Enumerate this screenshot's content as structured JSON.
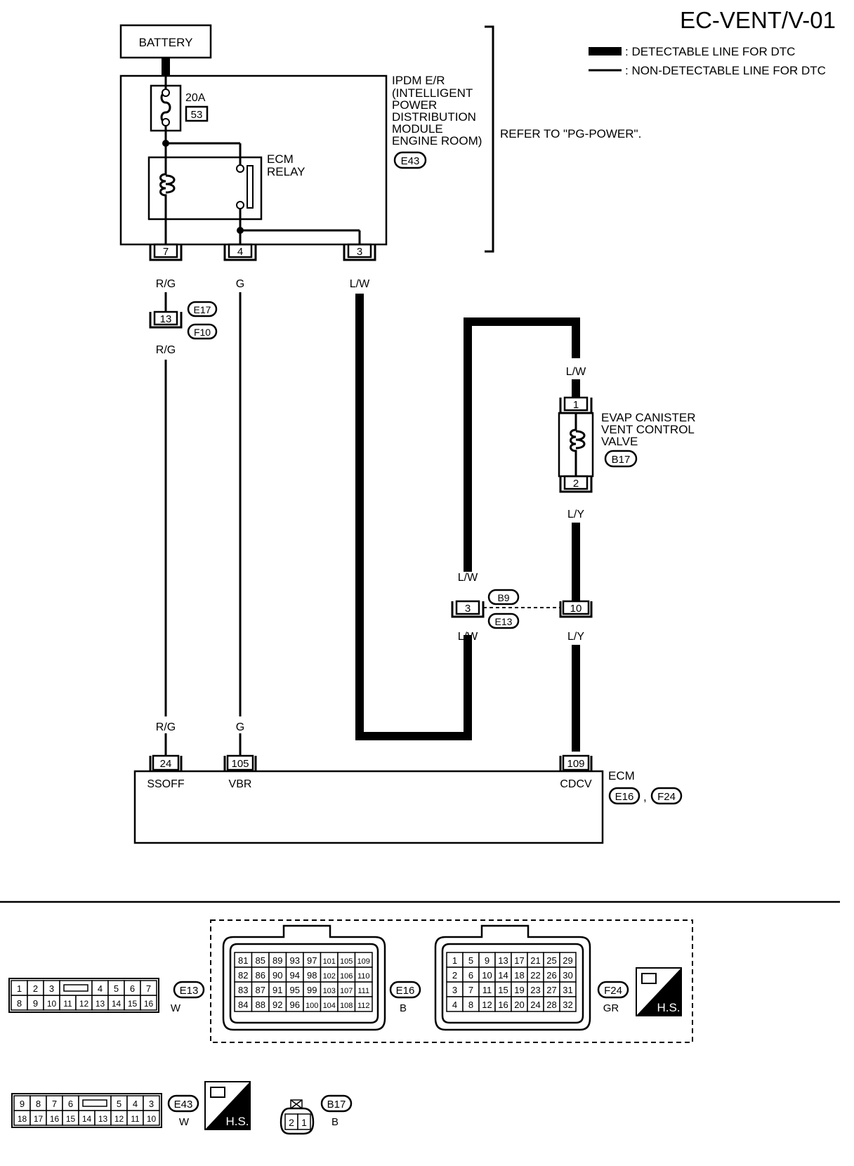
{
  "diagram_id": "EC-VENT/V-01",
  "legend": {
    "detectable": ": DETECTABLE LINE FOR DTC",
    "non_detectable": ": NON-DETECTABLE LINE FOR DTC"
  },
  "battery": "BATTERY",
  "fuse": {
    "rating": "20A",
    "number": "53"
  },
  "ipdm": {
    "lines": [
      "IPDM E/R",
      "(INTELLIGENT",
      "POWER",
      "DISTRIBUTION",
      "MODULE",
      "ENGINE ROOM)"
    ],
    "connector": "E43",
    "refer": "REFER TO \"PG-POWER\"."
  },
  "relay": [
    "ECM",
    "RELAY"
  ],
  "ipdm_pins": [
    "7",
    "4",
    "3"
  ],
  "wire_colors": {
    "rg": "R/G",
    "g": "G",
    "lw": "L/W",
    "ly": "L/Y"
  },
  "joint_connector": {
    "pin": "13",
    "ids": [
      "E17",
      "F10"
    ]
  },
  "valve": {
    "lines": [
      "EVAP CANISTER",
      "VENT CONTROL",
      "VALVE"
    ],
    "connector": "B17",
    "pins": [
      "1",
      "2"
    ]
  },
  "b9_e13": {
    "ids": [
      "B9",
      "E13"
    ],
    "pins": [
      "3",
      "10"
    ]
  },
  "ecm": {
    "label": "ECM",
    "connectors": [
      "E16",
      "F24"
    ],
    "comma": ",",
    "pins": [
      "24",
      "105",
      "109"
    ],
    "terminals": [
      "SSOFF",
      "VBR",
      "CDCV"
    ]
  },
  "connector_views": {
    "e13": {
      "id": "E13",
      "color": "W",
      "top": [
        "1",
        "2",
        "3",
        "4",
        "5",
        "6",
        "7"
      ],
      "bottom": [
        "8",
        "9",
        "10",
        "11",
        "12",
        "13",
        "14",
        "15",
        "16"
      ]
    },
    "e16": {
      "id": "E16",
      "color": "B",
      "rows": [
        [
          "81",
          "85",
          "89",
          "93",
          "97",
          "101",
          "105",
          "109"
        ],
        [
          "82",
          "86",
          "90",
          "94",
          "98",
          "102",
          "106",
          "110"
        ],
        [
          "83",
          "87",
          "91",
          "95",
          "99",
          "103",
          "107",
          "111"
        ],
        [
          "84",
          "88",
          "92",
          "96",
          "100",
          "104",
          "108",
          "112"
        ]
      ]
    },
    "f24": {
      "id": "F24",
      "color": "GR",
      "rows": [
        [
          "1",
          "5",
          "9",
          "13",
          "17",
          "21",
          "25",
          "29"
        ],
        [
          "2",
          "6",
          "10",
          "14",
          "18",
          "22",
          "26",
          "30"
        ],
        [
          "3",
          "7",
          "11",
          "15",
          "19",
          "23",
          "27",
          "31"
        ],
        [
          "4",
          "8",
          "12",
          "16",
          "20",
          "24",
          "28",
          "32"
        ]
      ]
    },
    "e43": {
      "id": "E43",
      "color": "W",
      "top": [
        "9",
        "8",
        "7",
        "6",
        "5",
        "4",
        "3"
      ],
      "bottom": [
        "18",
        "17",
        "16",
        "15",
        "14",
        "13",
        "12",
        "11",
        "10"
      ]
    },
    "b17": {
      "id": "B17",
      "color": "B",
      "pins": [
        "2",
        "1"
      ]
    },
    "hs": "H.S."
  }
}
